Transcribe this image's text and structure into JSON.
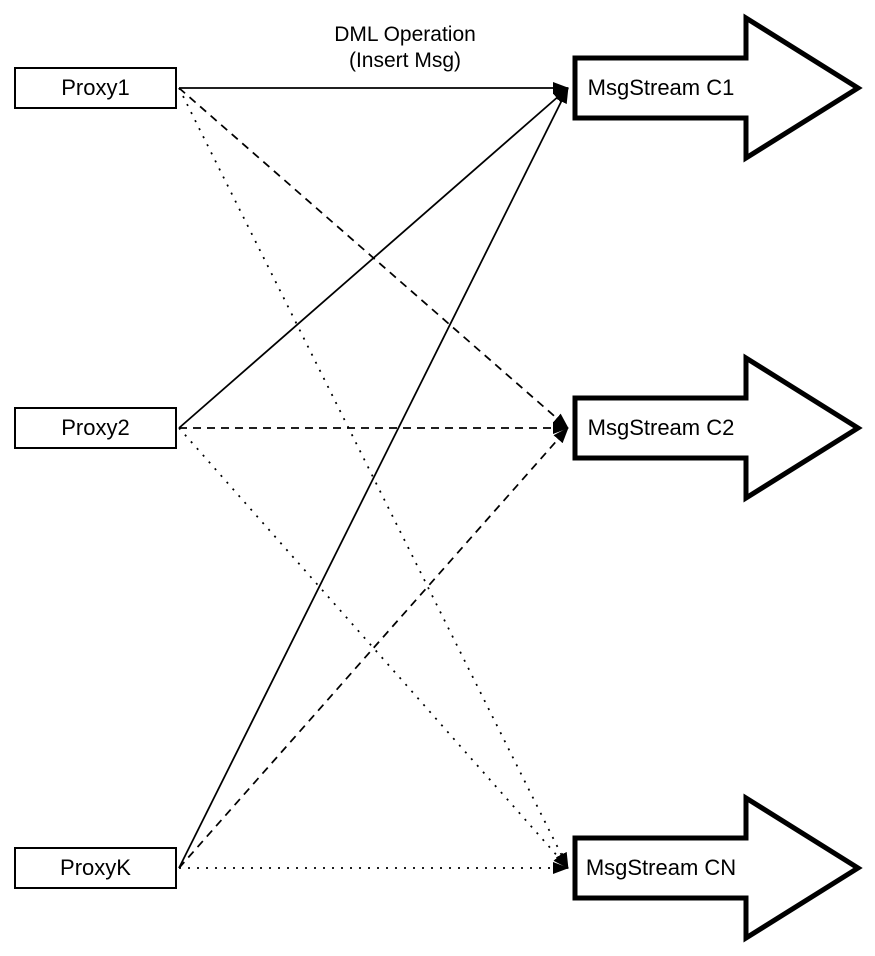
{
  "diagram": {
    "title_line1": "DML Operation",
    "title_line2": "(Insert Msg)"
  },
  "proxies": [
    {
      "id": "proxy1",
      "label": "Proxy1"
    },
    {
      "id": "proxy2",
      "label": "Proxy2"
    },
    {
      "id": "proxyk",
      "label": "ProxyK"
    }
  ],
  "streams": [
    {
      "id": "c1",
      "label": "MsgStream C1",
      "incoming_line_style": "solid"
    },
    {
      "id": "c2",
      "label": "MsgStream C2",
      "incoming_line_style": "dashed"
    },
    {
      "id": "cn",
      "label": "MsgStream CN",
      "incoming_line_style": "dotted"
    }
  ],
  "connections": [
    {
      "from": "proxy1",
      "to": "c1",
      "style": "solid"
    },
    {
      "from": "proxy2",
      "to": "c1",
      "style": "solid"
    },
    {
      "from": "proxyk",
      "to": "c1",
      "style": "solid"
    },
    {
      "from": "proxy1",
      "to": "c2",
      "style": "dashed"
    },
    {
      "from": "proxy2",
      "to": "c2",
      "style": "dashed"
    },
    {
      "from": "proxyk",
      "to": "c2",
      "style": "dashed"
    },
    {
      "from": "proxy1",
      "to": "cn",
      "style": "dotted"
    },
    {
      "from": "proxy2",
      "to": "cn",
      "style": "dotted"
    },
    {
      "from": "proxyk",
      "to": "cn",
      "style": "dotted"
    }
  ],
  "colors": {
    "stroke": "#000000",
    "fill": "#ffffff"
  }
}
